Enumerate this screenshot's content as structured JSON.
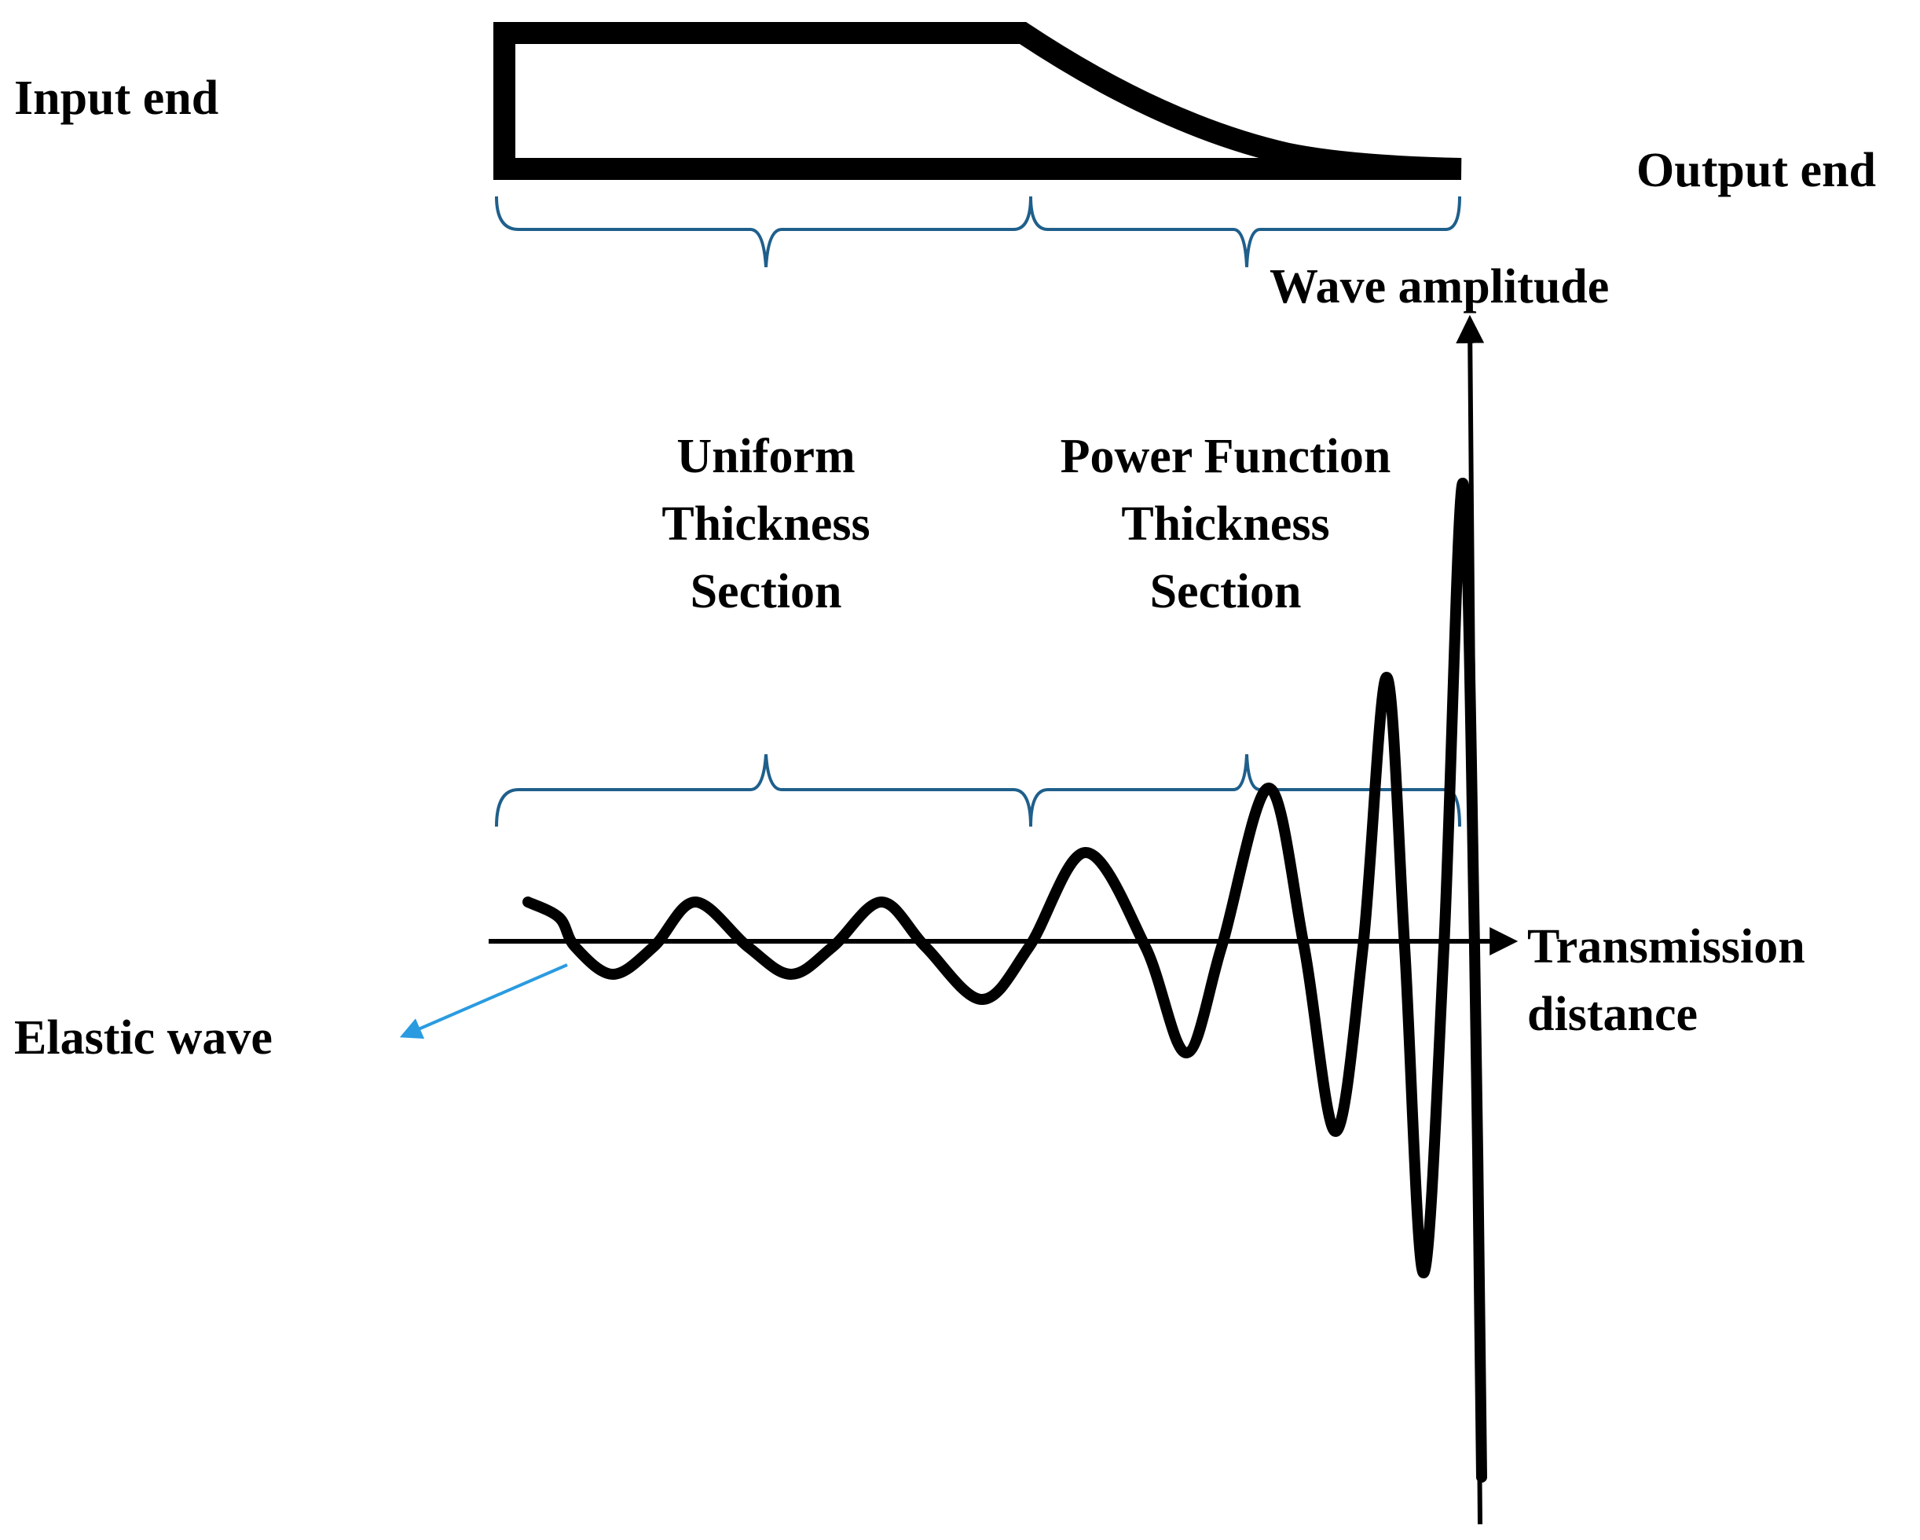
{
  "labels": {
    "input_end": "Input end",
    "output_end": "Output end",
    "wave_amplitude": "Wave amplitude",
    "transmission_distance": [
      "Transmission",
      "distance"
    ],
    "elastic_wave": "Elastic wave",
    "uniform_section": [
      "Uniform",
      "Thickness",
      "Section"
    ],
    "power_section": [
      "Power Function",
      "Thickness",
      "Section"
    ]
  },
  "colors": {
    "outline": "#000000",
    "brace": "#1f5f8b",
    "pointer_arrow": "#2a9be0"
  }
}
